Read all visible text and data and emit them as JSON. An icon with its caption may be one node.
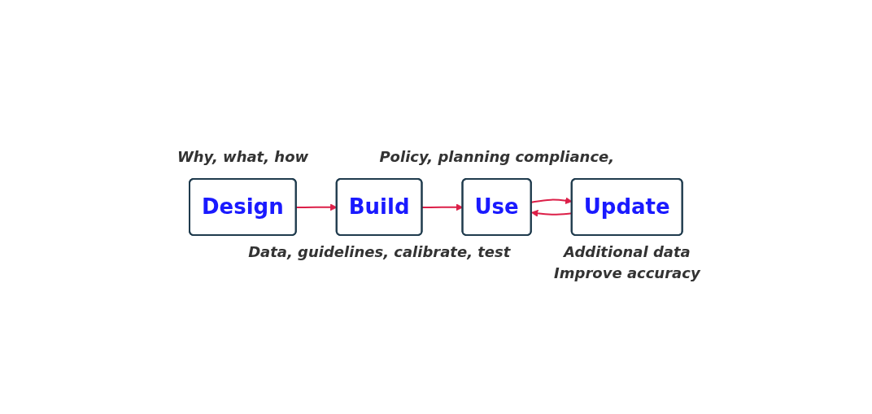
{
  "diagram": {
    "nodes": [
      {
        "text": [
          "Design"
        ],
        "beside": [
          "Why, what, how"
        ]
      },
      {
        "text": [
          "Build"
        ],
        "beside": [
          "Data, guidelines, calibrate, test"
        ]
      },
      {
        "text": [
          "Use"
        ],
        "beside": [
          "Policy, planning compliance,"
        ]
      },
      {
        "text": [
          "Update"
        ],
        "beside": [
          "Additional data",
          "Improve accuracy"
        ]
      }
    ],
    "edges": [
      {
        "from": 0,
        "to": 1,
        "arrow": "to"
      },
      {
        "from": 1,
        "to": 2,
        "arrow": "to"
      },
      {
        "from": 3,
        "to": 2,
        "arrow": "to"
      },
      {
        "from": 2,
        "to": 3,
        "arrow": "to"
      }
    ]
  }
}
